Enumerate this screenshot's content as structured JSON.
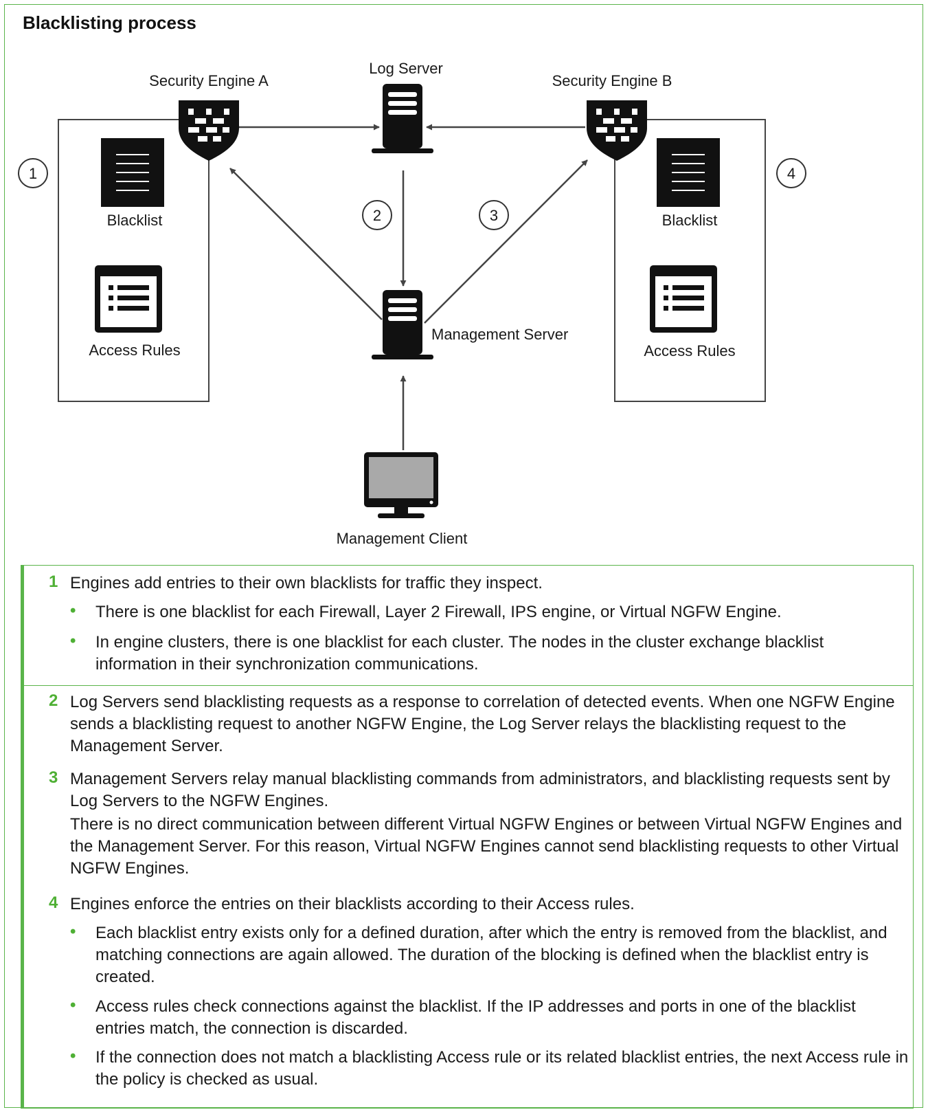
{
  "title": "Blacklisting process",
  "diagram": {
    "nodes": {
      "engine_a": "Security Engine A",
      "log_server": "Log Server",
      "engine_b": "Security Engine B",
      "management_server": "Management Server",
      "management_client": "Management Client",
      "blacklist_a": "Blacklist",
      "access_rules_a": "Access Rules",
      "blacklist_b": "Blacklist",
      "access_rules_b": "Access Rules"
    },
    "markers": [
      "1",
      "2",
      "3",
      "4"
    ],
    "icons": [
      "firewall-shield-icon",
      "server-icon",
      "document-icon",
      "list-window-icon",
      "monitor-icon"
    ]
  },
  "steps": [
    {
      "num": "1",
      "text": "Engines add entries to their own blacklists for traffic they inspect.",
      "bullets": [
        "There is one blacklist for each Firewall, Layer 2 Firewall, IPS engine, or Virtual NGFW Engine.",
        "In engine clusters, there is one blacklist for each cluster. The nodes in the cluster exchange blacklist information in their synchronization communications."
      ]
    },
    {
      "num": "2",
      "text": "Log Servers send blacklisting requests as a response to correlation of detected events. When one NGFW Engine sends a blacklisting request to another NGFW Engine, the Log Server relays the blacklisting request to the Management Server."
    },
    {
      "num": "3",
      "text": "Management Servers relay manual blacklisting commands from administrators, and blacklisting requests sent by Log Servers to the NGFW Engines.",
      "text2": "There is no direct communication between different Virtual NGFW Engines or between Virtual NGFW Engines and the Management Server. For this reason, Virtual NGFW Engines cannot send blacklisting requests to other Virtual NGFW Engines."
    },
    {
      "num": "4",
      "text": "Engines enforce the entries on their blacklists according to their Access rules.",
      "bullets": [
        "Each blacklist entry exists only for a defined duration, after which the entry is removed from the blacklist, and matching connections are again allowed. The duration of the blocking is defined when the blacklist entry is created.",
        "Access rules check connections against the blacklist. If the IP addresses and ports in one of the blacklist entries match, the connection is discarded.",
        "If the connection does not match a blacklisting Access rule or its related blacklist entries, the next Access rule in the policy is checked as usual."
      ]
    }
  ],
  "colors": {
    "accent": "#5ab44a",
    "ink": "#111111",
    "arrow": "#444444"
  }
}
